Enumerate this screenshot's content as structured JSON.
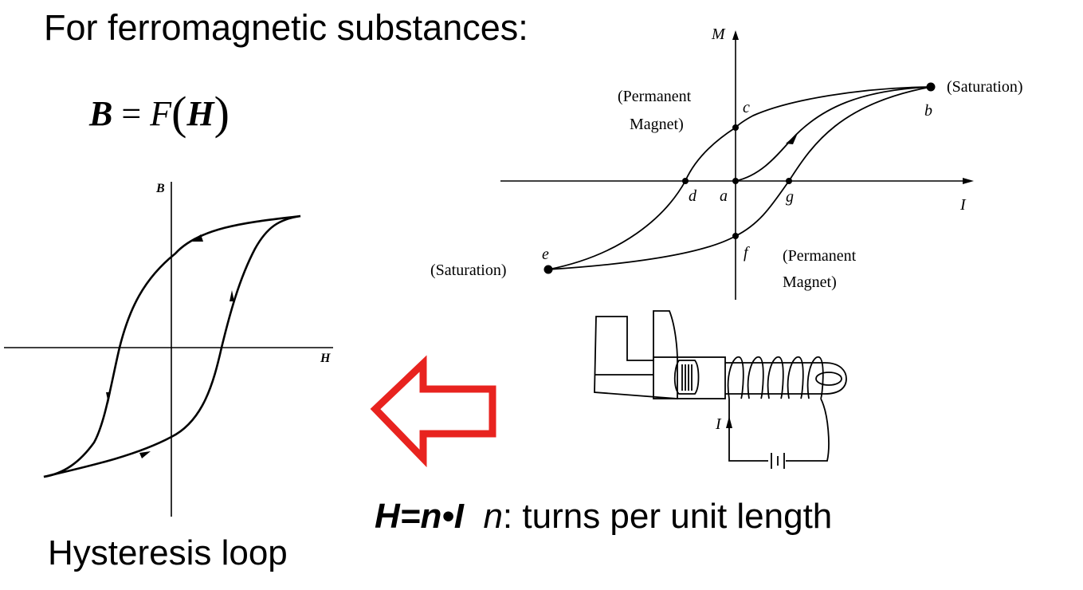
{
  "title": "For ferromagnetic substances:",
  "equation": {
    "lhs": "B",
    "eq": " = ",
    "func": "F",
    "lparen": "(",
    "arg": "H",
    "rparen": ")"
  },
  "left_plot": {
    "y_axis": "B",
    "x_axis": "H",
    "caption": "Hysteresis loop"
  },
  "right_plot": {
    "y_axis": "M",
    "x_axis": "I",
    "points": {
      "a": "a",
      "b": "b",
      "c": "c",
      "d": "d",
      "e": "e",
      "f": "f",
      "g": "g"
    },
    "saturation_top": "(Saturation)",
    "saturation_bottom": "(Saturation)",
    "perm_top_line1": "(Permanent",
    "perm_top_line2": "Magnet)",
    "perm_bottom_line1": "(Permanent",
    "perm_bottom_line2": "Magnet)"
  },
  "device": {
    "current_label": "I"
  },
  "relation": {
    "formula": "H=n•I",
    "var": "n",
    "desc": ": turns per unit length"
  },
  "colors": {
    "arrow": "#e8231f",
    "ink": "#000000"
  }
}
